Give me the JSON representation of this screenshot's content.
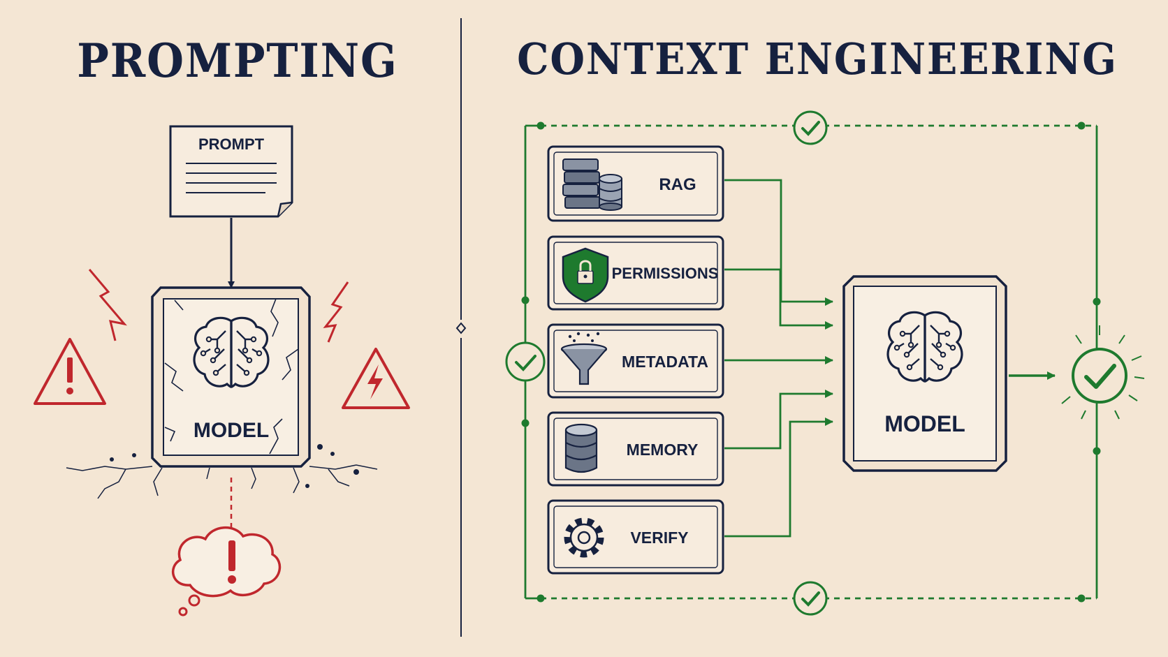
{
  "left_panel": {
    "title": "PROMPTING",
    "prompt_label": "PROMPT",
    "model_label": "MODEL"
  },
  "right_panel": {
    "title": "CONTEXT ENGINEERING",
    "modules": [
      {
        "label": "RAG",
        "icon": "books-database-icon"
      },
      {
        "label": "PERMISSIONS",
        "icon": "shield-lock-icon"
      },
      {
        "label": "METADATA",
        "icon": "funnel-icon"
      },
      {
        "label": "MEMORY",
        "icon": "database-icon"
      },
      {
        "label": "VERIFY",
        "icon": "gear-icon"
      }
    ],
    "model_label": "MODEL"
  },
  "colors": {
    "background": "#f4e6d4",
    "ink": "#16213f",
    "warning_red": "#c0272d",
    "success_green": "#1e7a2e"
  }
}
